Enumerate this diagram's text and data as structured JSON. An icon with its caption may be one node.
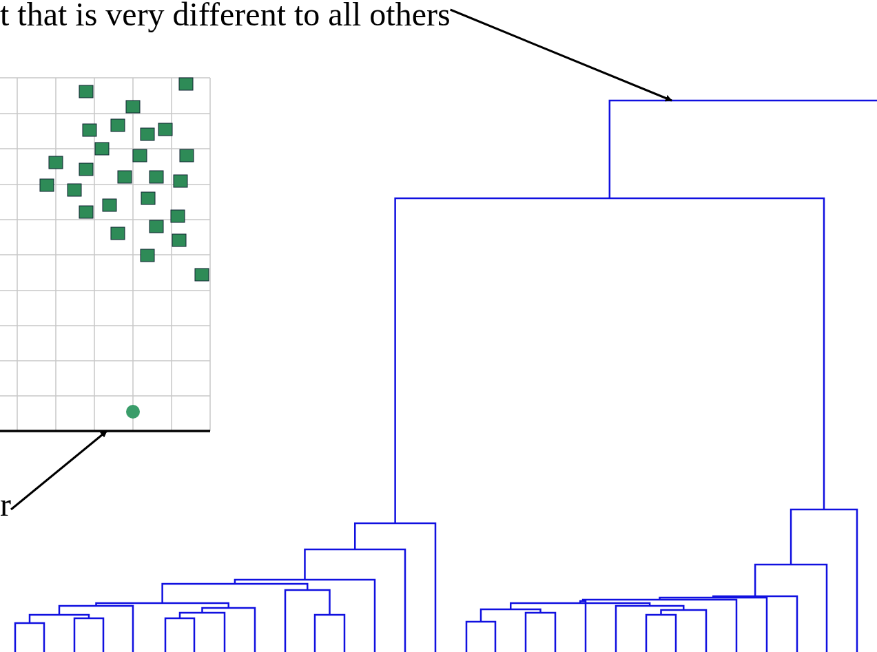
{
  "diagram": {
    "nodes": [
      {
        "text": [
          "t that is very different to all others"
        ]
      },
      {
        "text": [
          "r"
        ]
      },
      {
        "text": [],
        "shape": "line"
      },
      {
        "text": [],
        "shape": "picture"
      }
    ],
    "edges": [
      {
        "from": 0,
        "to": 2,
        "arrow": "to"
      },
      {
        "from": 1,
        "to": 3,
        "arrow": "to"
      }
    ]
  }
}
